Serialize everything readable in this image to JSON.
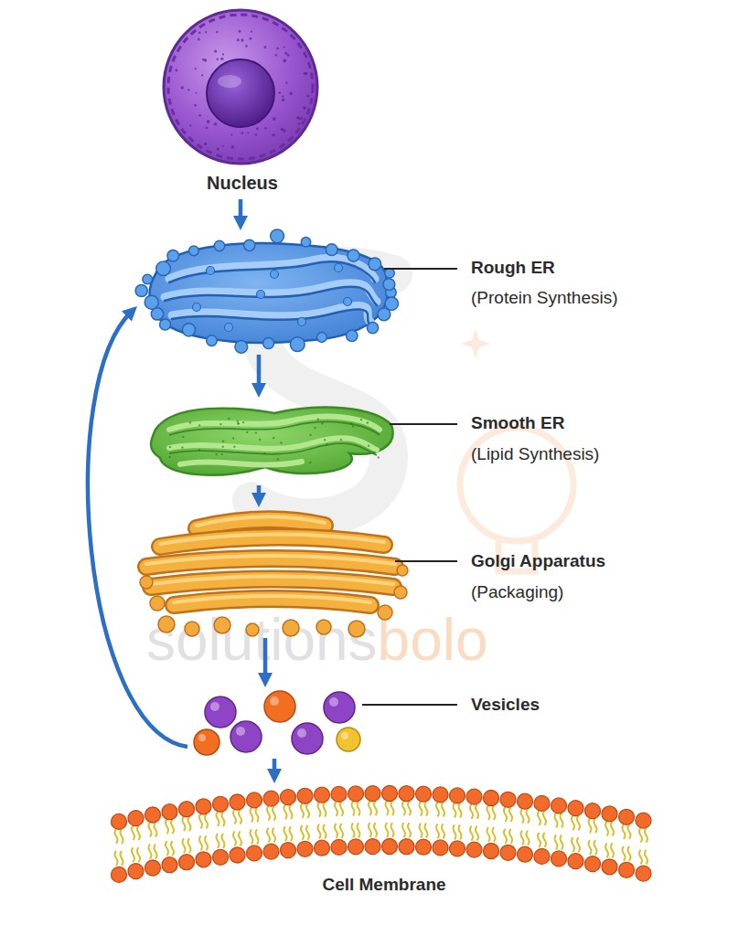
{
  "diagram": {
    "nodes": [
      {
        "text": [
          "Nucleus"
        ]
      },
      {
        "text": [
          "Rough ER",
          "(Protein Synthesis)"
        ]
      },
      {
        "text": [
          "Smooth ER",
          "(Lipid Synthesis)"
        ]
      },
      {
        "text": [
          "Golgi Apparatus",
          "(Packaging)"
        ]
      },
      {
        "text": [
          "Vesicles"
        ]
      },
      {
        "text": [
          "Cell Membrane"
        ]
      }
    ],
    "edges": [
      {
        "from": 0,
        "to": 1,
        "arrow": "to"
      },
      {
        "from": 1,
        "to": 2,
        "arrow": "to"
      },
      {
        "from": 2,
        "to": 3,
        "arrow": "to"
      },
      {
        "from": 3,
        "to": 4,
        "arrow": "to"
      },
      {
        "from": 4,
        "to": 5,
        "arrow": "to"
      },
      {
        "from": 4,
        "to": 1,
        "arrow": "to"
      }
    ],
    "labels": [
      "solutions",
      "bolo"
    ]
  }
}
